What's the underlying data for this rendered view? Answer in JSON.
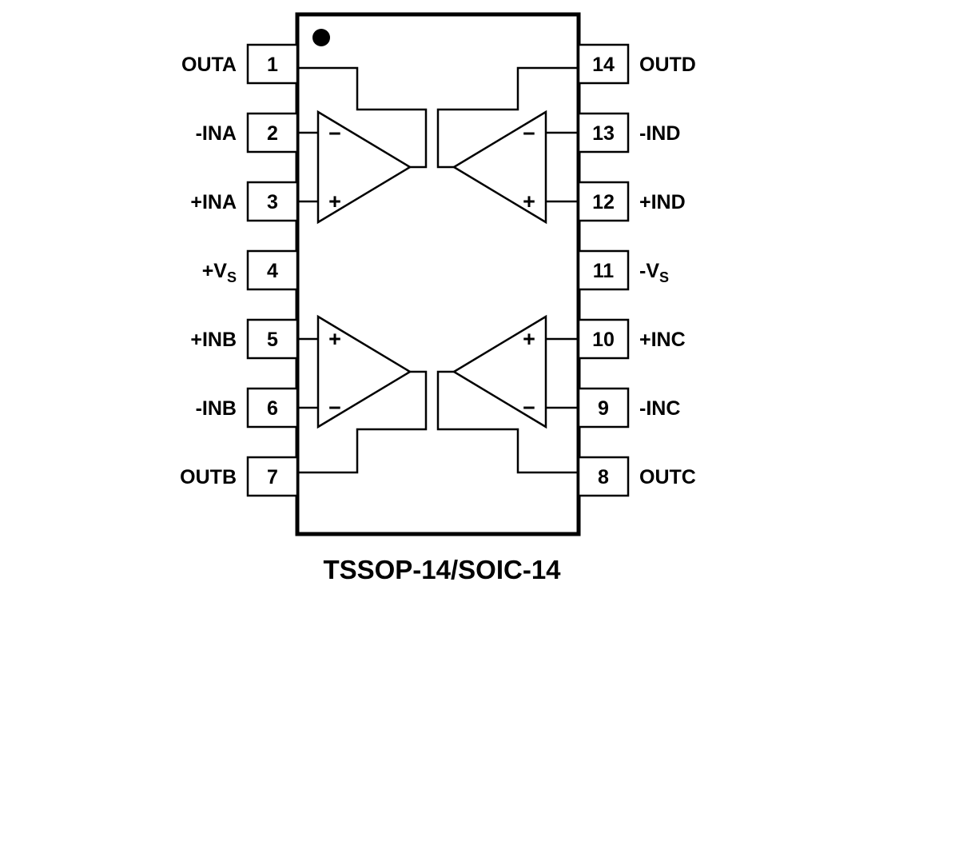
{
  "title": "TSSOP-14/SOIC-14",
  "colors": {
    "line": "#000000",
    "background": "#ffffff"
  },
  "symbols": {
    "plus": "+",
    "minus": "−"
  },
  "pins": {
    "left": [
      {
        "number": "1",
        "label": "OUTA",
        "sub": ""
      },
      {
        "number": "2",
        "label": "-INA",
        "sub": ""
      },
      {
        "number": "3",
        "label": "+INA",
        "sub": ""
      },
      {
        "number": "4",
        "label": "+V",
        "sub": "S"
      },
      {
        "number": "5",
        "label": "+INB",
        "sub": ""
      },
      {
        "number": "6",
        "label": "-INB",
        "sub": ""
      },
      {
        "number": "7",
        "label": "OUTB",
        "sub": ""
      }
    ],
    "right": [
      {
        "number": "14",
        "label": "OUTD",
        "sub": ""
      },
      {
        "number": "13",
        "label": "-IND",
        "sub": ""
      },
      {
        "number": "12",
        "label": "+IND",
        "sub": ""
      },
      {
        "number": "11",
        "label": "-V",
        "sub": "S"
      },
      {
        "number": "10",
        "label": "+INC",
        "sub": ""
      },
      {
        "number": "9",
        "label": "-INC",
        "sub": ""
      },
      {
        "number": "8",
        "label": "OUTC",
        "sub": ""
      }
    ]
  },
  "opamps": [
    {
      "name": "A",
      "position": "top-left"
    },
    {
      "name": "D",
      "position": "top-right"
    },
    {
      "name": "B",
      "position": "bottom-left"
    },
    {
      "name": "C",
      "position": "bottom-right"
    }
  ]
}
